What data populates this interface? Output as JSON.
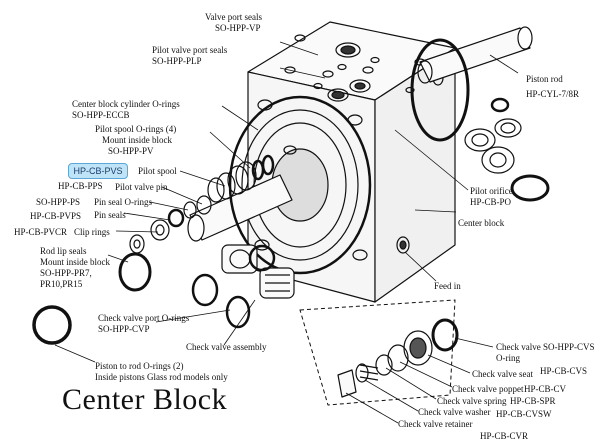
{
  "title": "Center Block",
  "highlight": "HP-CB-PVS",
  "labels": {
    "valve_port_seals": "Valve port seals",
    "so_hpp_vp": "SO-HPP-VP",
    "pilot_valve_port_seals": "Pilot valve port seals",
    "so_hpp_plp": "SO-HPP-PLP",
    "center_block_cyl_orings": "Center block cylinder O-rings",
    "so_hpp_eccb": "SO-HPP-ECCB",
    "pilot_spool_orings": "Pilot spool O-rings (4)",
    "mount_inside_block": "Mount inside block",
    "so_hpp_pv": "SO-HPP-PV",
    "pilot_spool": "Pilot spool",
    "hp_cb_pps": "HP-CB-PPS",
    "pilot_valve_pin": "Pilot valve pin",
    "so_hpp_ps": "SO-HPP-PS",
    "pin_seal_orings": "Pin seal O-rings",
    "hp_cb_pvps": "HP-CB-PVPS",
    "pin_seals": "Pin seals",
    "hp_cb_pvcr": "HP-CB-PVCR",
    "clip_rings": "Clip rings",
    "rod_lip_seals": "Rod lip seals",
    "mount_inside_block_2": "Mount inside block",
    "so_hpp_pr7": "SO-HPP-PR7,",
    "pr10_pr15": "PR10,PR15",
    "piston_rod": "Piston rod",
    "hp_cyl_78r": "HP-CYL-7/8R",
    "pilot_orifice": "Pilot orifice",
    "hp_cb_po": "HP-CB-PO",
    "center_block": "Center block",
    "feed_in": "Feed in",
    "check_valve_port_orings": "Check valve port O-rings",
    "so_hpp_cvp": "SO-HPP-CVP",
    "check_valve_assembly": "Check valve assembly",
    "piston_to_rod_orings": "Piston to rod O-rings (2)",
    "inside_pistons": "Inside pistons  Glass rod models only",
    "check_valve_so_hpp_cvs": "Check valve SO-HPP-CVS",
    "o_ring": "O-ring",
    "check_valve_seat": "Check valve seat",
    "hp_cb_cvs": "HP-CB-CVS",
    "check_valve_poppet": "Check valve poppet",
    "hp_cb_cv": "HP-CB-CV",
    "check_valve_spring": "Check valve spring",
    "hp_cb_spr": "HP-CB-SPR",
    "check_valve_washer": "Check valve washer",
    "hp_cb_cvsw": "HP-CB-CVSW",
    "check_valve_retainer": "Check valve retainer",
    "hp_cb_cvr": "HP-CB-CVR"
  }
}
